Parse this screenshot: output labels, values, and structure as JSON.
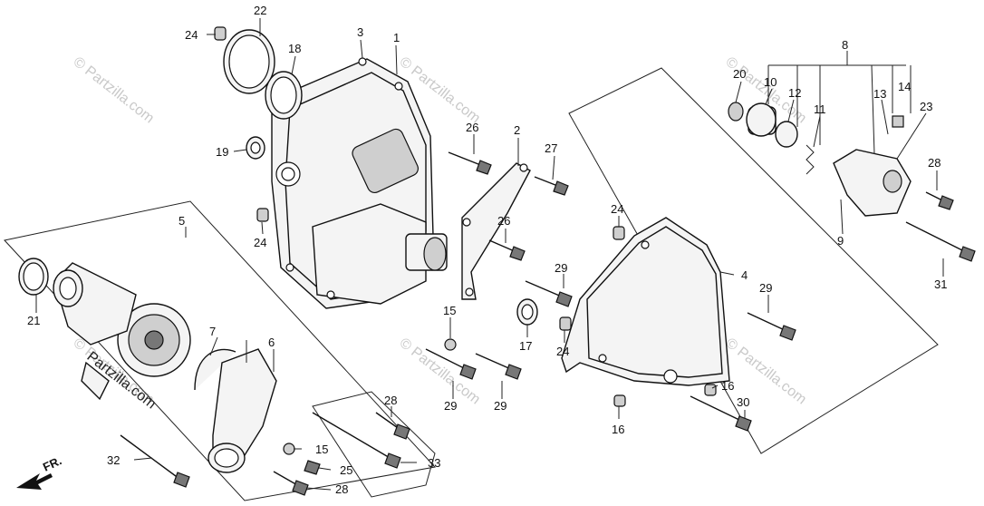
{
  "diagram": {
    "callouts": [
      "1",
      "2",
      "3",
      "4",
      "5",
      "6",
      "7",
      "8",
      "9",
      "10",
      "11",
      "12",
      "13",
      "14",
      "15",
      "16",
      "17",
      "18",
      "19",
      "20",
      "21",
      "22",
      "23",
      "24",
      "25",
      "26",
      "27",
      "28",
      "29",
      "30",
      "31",
      "32",
      "33"
    ],
    "labels": {
      "p1": "1",
      "p2": "2",
      "p3": "3",
      "p4": "4",
      "p5": "5",
      "p6": "6",
      "p7": "7",
      "p8": "8",
      "p9": "9",
      "p10": "10",
      "p11": "11",
      "p12": "12",
      "p13": "13",
      "p14": "14",
      "p15a": "15",
      "p15b": "15",
      "p16a": "16",
      "p16b": "16",
      "p17": "17",
      "p18": "18",
      "p19": "19",
      "p20": "20",
      "p21": "21",
      "p22": "22",
      "p23": "23",
      "p24a": "24",
      "p24b": "24",
      "p24c": "24",
      "p24d": "24",
      "p25": "25",
      "p26a": "26",
      "p26b": "26",
      "p27": "27",
      "p28a": "28",
      "p28b": "28",
      "p28c": "28",
      "p29a": "29",
      "p29b": "29",
      "p29c": "29",
      "p29d": "29",
      "p30": "30",
      "p31": "31",
      "p32": "32",
      "p33": "33"
    },
    "direction_label": "FR.",
    "watermark": "© Partzilla.com",
    "watermark_short": "Partzilla.com"
  }
}
